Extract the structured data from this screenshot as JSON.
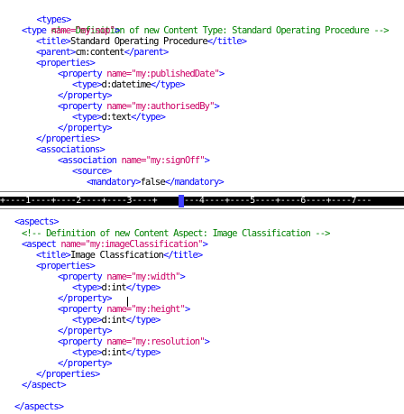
{
  "top": {
    "types_open": "<types>",
    "comment": "<!-- Definition of new Content Type: Standard Operating Procedure -->",
    "type_open_tag": "<type ",
    "type_attr_name": "name=",
    "type_attr_value": "\"my:sop\"",
    "type_close_bracket": ">",
    "title_open": "<title>",
    "title_text": "Standard Operating Procedure",
    "title_close": "</title>",
    "parent_open": "<parent>",
    "parent_text": "cm:content",
    "parent_close": "</parent>",
    "properties_open": "<properties>",
    "property1_open": "<property ",
    "property1_attr": "name=",
    "property1_value": "\"my:publishedDate\"",
    "property1_bracket": ">",
    "type1_open": "<type>",
    "type1_text": "d:datetime",
    "type1_close": "</type>",
    "property1_close": "</property>",
    "property2_open": "<property ",
    "property2_attr": "name=",
    "property2_value": "\"my:authorisedBy\"",
    "property2_bracket": ">",
    "type2_open": "<type>",
    "type2_text": "d:text",
    "type2_close": "</type>",
    "property2_close": "</property>",
    "properties_close": "</properties>",
    "associations_open": "<associations>",
    "association_open": "<association ",
    "association_attr": "name=",
    "association_value": "\"my:signOff\"",
    "association_bracket": ">",
    "source_open": "<source>",
    "mandatory_open": "<mandatory>",
    "mandatory_text": "false",
    "mandatory_close": "</mandatory>"
  },
  "ruler": {
    "text_left": "+----1----+----2----+----3----+",
    "text_right": "---4----+----5----+----6----+----7---"
  },
  "bottom": {
    "aspects_open": "<aspects>",
    "comment": "<!-- Definition of new Content Aspect: Image Classification -->",
    "aspect_open_tag": "<aspect ",
    "aspect_attr": "name=",
    "aspect_value": "\"my:imageClassification\"",
    "aspect_bracket": ">",
    "title_open": "<title>",
    "title_text": "Image Classfication",
    "title_close": "</title>",
    "properties_open": "<properties>",
    "p1_open": "<property ",
    "p1_attr": "name=",
    "p1_value": "\"my:width\"",
    "p1_bracket": ">",
    "t1_open": "<type>",
    "t1_text": "d:int",
    "t1_close": "</type>",
    "p1_close": "</property>",
    "p2_open": "<property ",
    "p2_attr": "name=",
    "p2_value": "\"my:height\"",
    "p2_bracket": ">",
    "t2_open": "<type>",
    "t2_text": "d:int",
    "t2_close": "</type>",
    "p2_close": "</property>",
    "p3_open": "<property ",
    "p3_attr": "name=",
    "p3_value": "\"my:resolution\"",
    "p3_bracket": ">",
    "t3_open": "<type>",
    "t3_text": "d:int",
    "t3_close": "</type>",
    "p3_close": "</property>",
    "properties_close": "</properties>",
    "aspect_close": "</aspect>",
    "aspects_close": "</aspects>"
  }
}
